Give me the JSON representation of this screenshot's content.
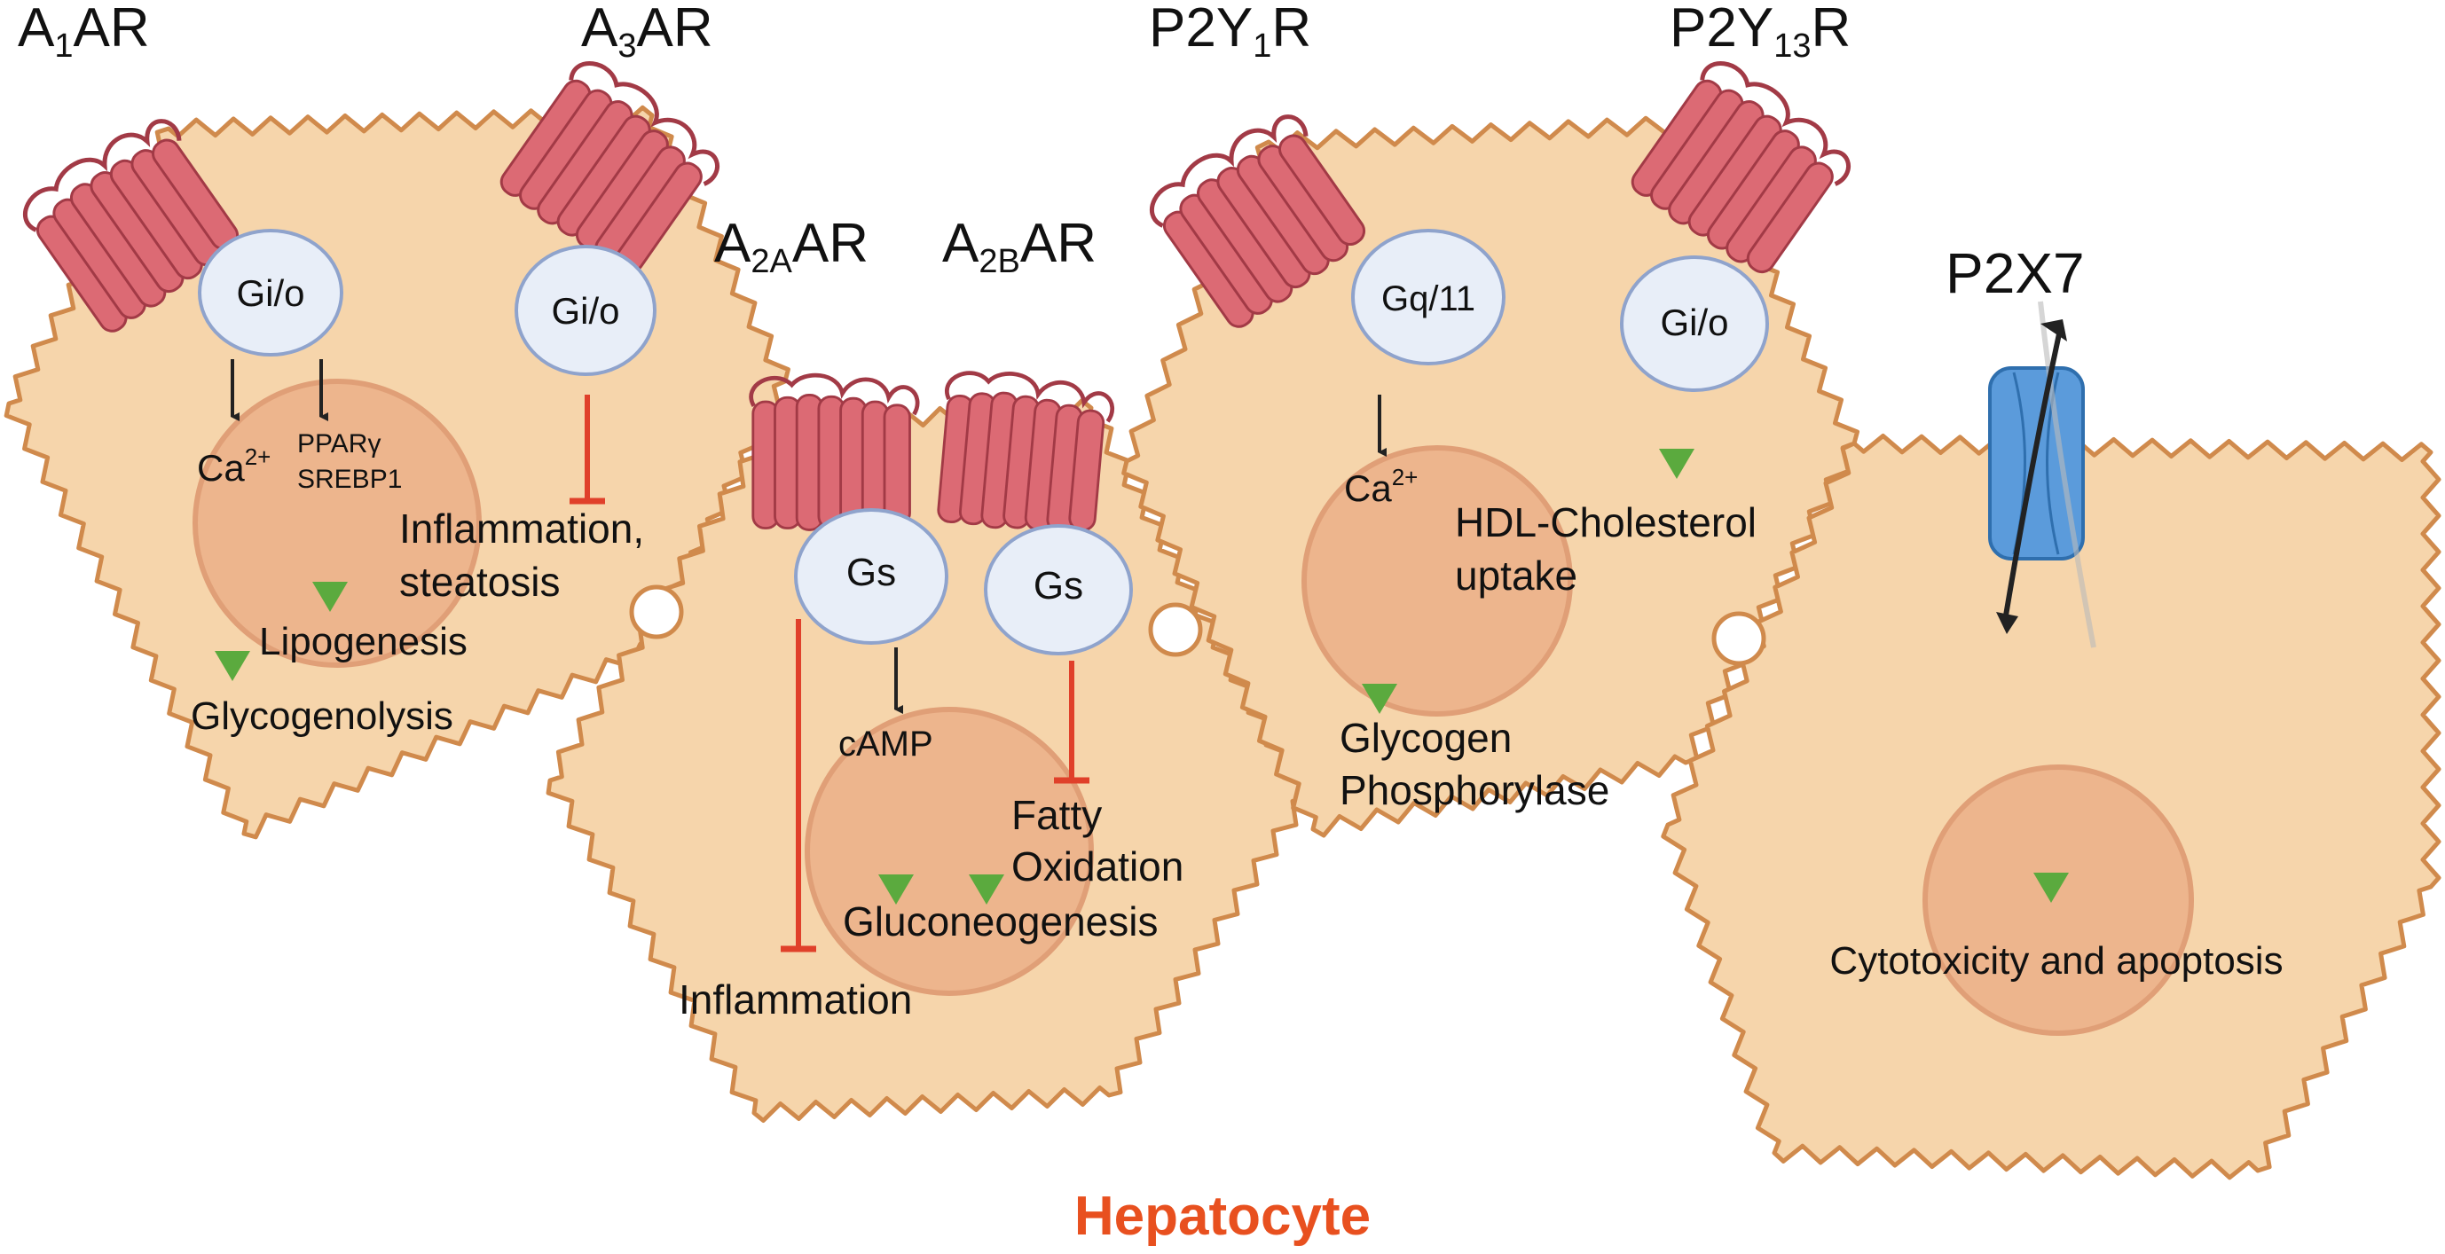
{
  "colors": {
    "cell_fill": "#F6D5AB",
    "cell_stroke": "#D08A4C",
    "nucleus_fill": "#EDB28A",
    "nucleus_stroke": "#DE9A72",
    "receptor_fill": "#DC6A74",
    "receptor_stroke": "#A23A46",
    "gprotein_fill": "#E8EEF8",
    "gprotein_stroke": "#8FA3CC",
    "channel_fill": "#5B9BDB",
    "activation_arrow": "#5BAA3E",
    "inhibition_line": "#E0402A",
    "title_color": "#E8501F"
  },
  "receptors": {
    "a1": {
      "main": "A",
      "sub": "1",
      "rest": "AR"
    },
    "a3": {
      "main": "A",
      "sub": "3",
      "rest": "AR"
    },
    "a2a": {
      "main": "A",
      "sub": "2A",
      "rest": "AR"
    },
    "a2b": {
      "main": "A",
      "sub": "2B",
      "rest": "AR"
    },
    "p2y1": {
      "main": "P2Y",
      "sub": "1",
      "rest": "R"
    },
    "p2y13": {
      "main": "P2Y",
      "sub": "13",
      "rest": "R"
    },
    "p2x7": "P2X7"
  },
  "g_proteins": {
    "a1": "Gi/o",
    "a3": "Gi/o",
    "a2a": "Gs",
    "a2b": "Gs",
    "p2y1": "Gq/11",
    "p2y13": "Gi/o"
  },
  "labels": {
    "ca_a1": {
      "base": "Ca",
      "sup": "2+"
    },
    "ppar": "PPARγ",
    "srebp1": "SREBP1",
    "lipogenesis": "Lipogenesis",
    "glycogenolysis": "Glycogenolysis",
    "inflammation_steatosis_1": "Inflammation,",
    "inflammation_steatosis_2": "steatosis",
    "camp": "cAMP",
    "fatty_1": "Fatty",
    "fatty_2": "Oxidation",
    "gluconeogenesis": "Gluconeogenesis",
    "inflammation": "Inflammation",
    "ca_p2y1": {
      "base": "Ca",
      "sup": "2+"
    },
    "hdl_1": "HDL-Cholesterol",
    "hdl_2": "uptake",
    "glycogen_1": "Glycogen",
    "glycogen_2": "Phosphorylase",
    "cytotoxicity": "Cytotoxicity and apoptosis"
  },
  "title": "Hepatocyte"
}
